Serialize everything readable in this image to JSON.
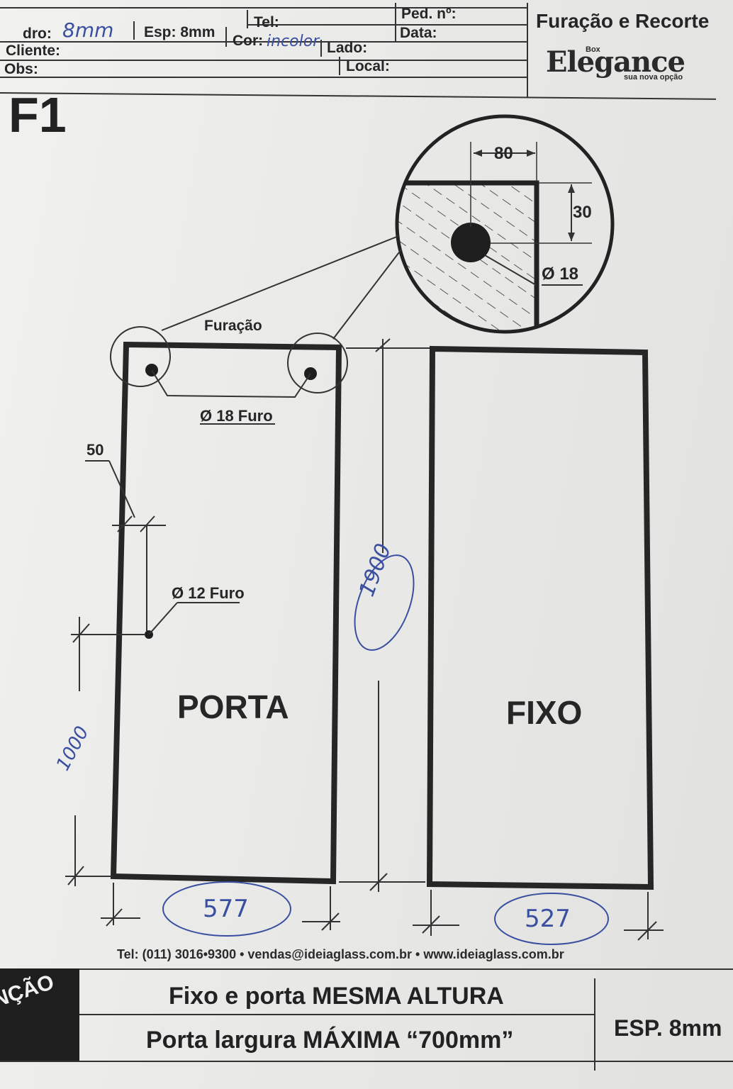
{
  "header": {
    "ped_label": "Ped. nº:",
    "tel_label": "Tel:",
    "data_label": "Data:",
    "vidro_label": "dro:",
    "vidro_value": "8mm",
    "esp_label": "Esp: 8mm",
    "cor_label": "Cor:",
    "cor_value": "incolor",
    "lado_label": "Lado:",
    "cliente_label": "Cliente:",
    "obs_label": "Obs:",
    "local_label": "Local:",
    "title": "Furação e Recorte",
    "brand_main": "Elegance",
    "brand_box": "Box",
    "brand_tagline": "sua nova opção"
  },
  "drawing": {
    "sheet_id": "F1",
    "detail": {
      "width_dim": "80",
      "height_dim": "30",
      "hole_dim": "Ø 18"
    },
    "furacao_label": "Furação",
    "hole18_label": "Ø 18 Furo",
    "offset_50": "50",
    "hole12_label": "Ø 12 Furo",
    "porta_label": "PORTA",
    "fixo_label": "FIXO",
    "height_handwritten": "1900",
    "hole12_height_handwritten": "1000",
    "porta_width_handwritten": "577",
    "fixo_width_handwritten": "527"
  },
  "footer": {
    "contact": "Tel: (011) 3016•9300 • vendas@ideiaglass.com.br • www.ideiaglass.com.br",
    "attention_label": "NÇÃO",
    "note1": "Fixo e porta MESMA ALTURA",
    "note2": "Porta largura MÁXIMA “700mm”",
    "esp": "ESP. 8mm"
  },
  "colors": {
    "ink": "#262626",
    "pen": "#3a4fa0",
    "paper": "#ececea"
  }
}
